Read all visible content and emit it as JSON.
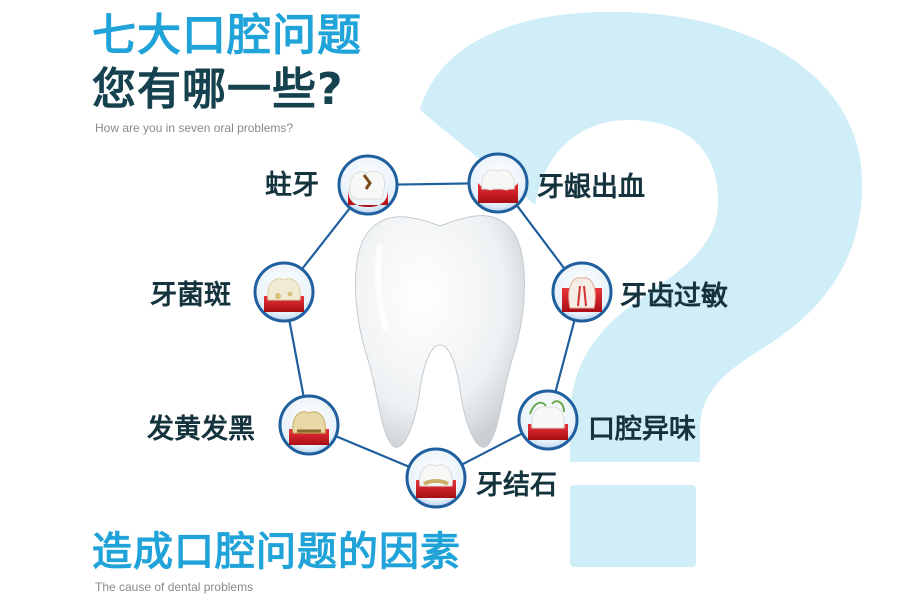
{
  "header": {
    "title": "七大口腔问题",
    "question": "您有哪一些?",
    "subtitle": "How are you in seven oral problems?"
  },
  "problems": [
    {
      "label": "蛀牙"
    },
    {
      "label": "牙龈出血"
    },
    {
      "label": "牙菌斑"
    },
    {
      "label": "牙齿过敏"
    },
    {
      "label": "发黄发黑"
    },
    {
      "label": "口腔异味"
    },
    {
      "label": "牙结石"
    }
  ],
  "footer": {
    "title": "造成口腔问题的因素",
    "subtitle": "The cause of dental problems"
  },
  "colors": {
    "accent": "#1fa3d8",
    "dark_text": "#16424f",
    "question_mark_bg": "#cfeef8",
    "gum": "#c8141a",
    "ring": "#1f5f9e"
  }
}
